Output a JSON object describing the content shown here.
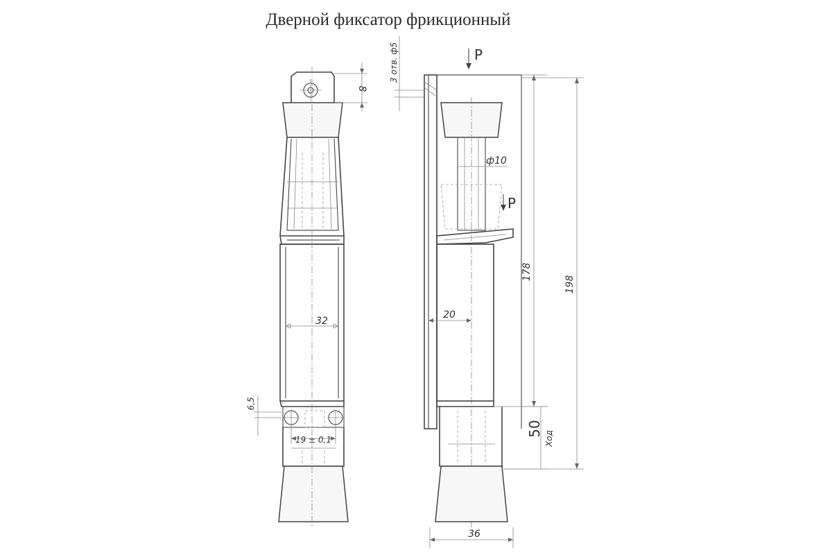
{
  "title": "Дверной фиксатор фрикционный",
  "front_view": {
    "dim_top_hole": "8",
    "dim_width_body": "32",
    "dim_bottom_offset": "6,5",
    "dim_hole_spacing": "19 ± 0,1"
  },
  "side_view": {
    "hole_note": "3 отв. ф5",
    "force_top": "P",
    "force_mid": "P",
    "dim_rod": "ф10",
    "dim_body_height": "178",
    "dim_total_height": "198",
    "dim_depth": "20",
    "dim_stroke": "50",
    "stroke_note": "Ход",
    "dim_foot_width": "36"
  }
}
